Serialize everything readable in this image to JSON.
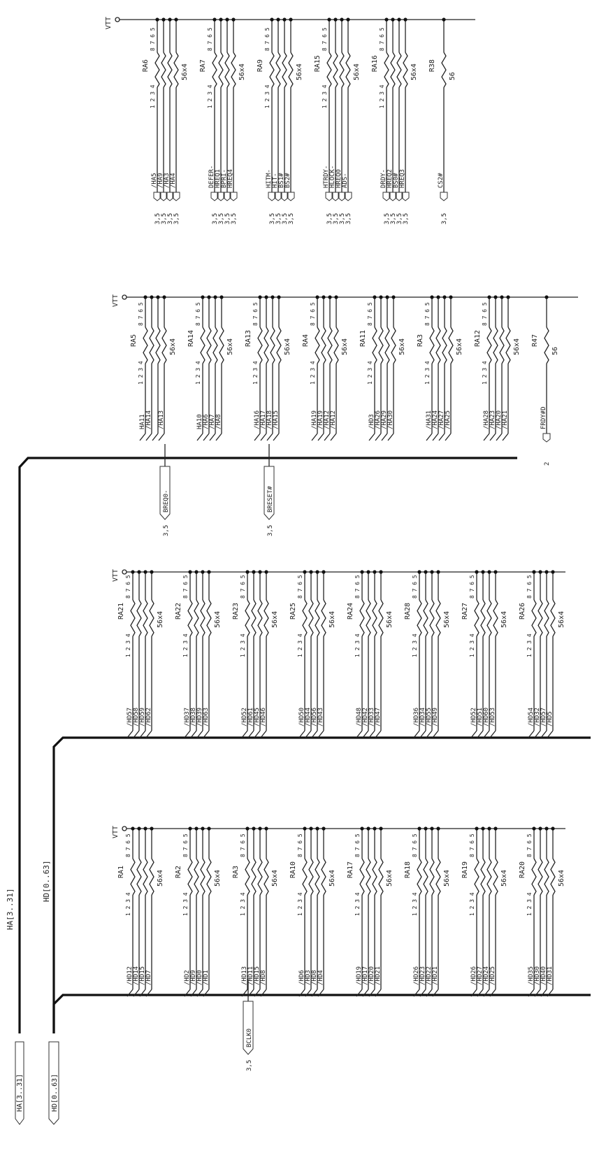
{
  "power_label": "VTT",
  "bus_labels": {
    "ha_bus": "HA[3..31]",
    "hd_bus": "HD[0..63]",
    "ha_bus_port": "HA[3..31]",
    "hd_bus_port": "HD[0..63]"
  },
  "pack_value": "56x4",
  "pin_top": "8 7 6 5",
  "pin_bot": "1 2 3 4",
  "columns": [
    {
      "groups": [
        {
          "ref": "RA6",
          "signals": [
            "/HA5",
            "/HA9",
            "/HA3",
            "/HA4"
          ],
          "pages": [
            "3,5",
            "3,5",
            "3,5",
            "3,5"
          ]
        },
        {
          "ref": "RA7",
          "signals": [
            "DEFER-",
            "HREQ1",
            "BPRI-",
            "HREQ4"
          ],
          "pages": [
            "3,5",
            "3,5",
            "3,5",
            "3,5"
          ]
        },
        {
          "ref": "RA9",
          "signals": [
            "HITM-",
            "HIT-",
            "BS1#",
            "BS2#"
          ],
          "pages": [
            "3,5",
            "3,5",
            "3,5",
            "3,5"
          ]
        },
        {
          "ref": "RA15",
          "signals": [
            "HTRDY-",
            "HLOCK-",
            "HREQ0",
            "ADS-"
          ],
          "pages": [
            "3,5",
            "3,5",
            "3,5",
            "3,5"
          ]
        },
        {
          "ref": "RA16",
          "signals": [
            "DRDY-",
            "HREQ2",
            "BS0#",
            "HREQ3"
          ],
          "pages": [
            "3,5",
            "3,5",
            "3,5",
            "3,5"
          ]
        },
        {
          "ref": "R38",
          "signals": [
            "CS2#"
          ],
          "pages": [
            "3,5"
          ],
          "value": "56"
        }
      ]
    },
    {
      "groups": [
        {
          "ref": "RA5",
          "signals": [
            "HA11",
            "/HA14",
            "",
            "/HA13"
          ],
          "pages": []
        },
        {
          "ref": "RA14",
          "signals": [
            "HA10",
            "/HA6",
            "/HA7",
            "/HA8"
          ],
          "pages": []
        },
        {
          "ref": "RA13",
          "signals": [
            "/HA16",
            "/HA17",
            "/HA18",
            "/HA15"
          ],
          "pages": []
        },
        {
          "ref": "RA4",
          "signals": [
            "/HA19",
            "/HA19",
            "/HA12",
            "/HA12"
          ],
          "pages": []
        },
        {
          "ref": "RA11",
          "signals": [
            "/HD3",
            "/HA26",
            "/HA29",
            "/HA30"
          ],
          "pages": []
        },
        {
          "ref": "RA3",
          "signals": [
            "/HA31",
            "/HA24",
            "/HA27",
            "/HA25"
          ],
          "pages": []
        },
        {
          "ref": "RA12",
          "signals": [
            "/HA28",
            "/HA23",
            "/HA20",
            "/HA21"
          ],
          "pages": []
        },
        {
          "ref": "R47",
          "signals": [
            "FRDY#D"
          ],
          "pages": [
            "2"
          ],
          "value": "56"
        }
      ],
      "ports": [
        {
          "label": "BREQ0-",
          "page": "3,5"
        },
        {
          "label": "BRESET#",
          "page": "3,5"
        }
      ]
    },
    {
      "groups": [
        {
          "ref": "RA21",
          "signals": [
            "/HD57",
            "/HD58",
            "/HD59",
            "/HD62"
          ],
          "pages": []
        },
        {
          "ref": "RA22",
          "signals": [
            "/HD37",
            "/HD38",
            "/HD39",
            "/HD63"
          ],
          "pages": []
        },
        {
          "ref": "RA23",
          "signals": [
            "/HD52",
            "/HD61",
            "/HD45",
            "/HD46"
          ],
          "pages": []
        },
        {
          "ref": "RA25",
          "signals": [
            "/HD50",
            "/HD44",
            "/HD56",
            "/HD43"
          ],
          "pages": []
        },
        {
          "ref": "RA24",
          "signals": [
            "/HD48",
            "/HD42",
            "/HD33",
            "/HD47"
          ],
          "pages": []
        },
        {
          "ref": "RA28",
          "signals": [
            "/HD36",
            "/HD34",
            "/HD55",
            "/HD49"
          ],
          "pages": []
        },
        {
          "ref": "RA27",
          "signals": [
            "/HD52",
            "/HD51",
            "/HD60",
            "/HD53"
          ],
          "pages": []
        },
        {
          "ref": "RA26",
          "signals": [
            "/HD54",
            "/HD32",
            "/HD57",
            "/HD5"
          ],
          "pages": []
        }
      ]
    },
    {
      "groups": [
        {
          "ref": "RA1",
          "signals": [
            "/HD12",
            "/HD14",
            "/HD15",
            "/HD7"
          ],
          "pages": []
        },
        {
          "ref": "RA2",
          "signals": [
            "/HD2",
            "/HD9",
            "/HD0",
            "/HD1"
          ],
          "pages": []
        },
        {
          "ref": "RA3",
          "signals": [
            "/HD13",
            "/HD11",
            "/HD15",
            "/HD8"
          ],
          "pages": []
        },
        {
          "ref": "RA10",
          "signals": [
            "/HD6",
            "/HD3",
            "/HD8",
            "/HD4"
          ],
          "pages": []
        },
        {
          "ref": "RA17",
          "signals": [
            "/HD19",
            "/HD17",
            "/HD20",
            "/HD21"
          ],
          "pages": []
        },
        {
          "ref": "RA18",
          "signals": [
            "/HD26",
            "/HD23",
            "/HD22",
            "/HD21"
          ],
          "pages": []
        },
        {
          "ref": "RA19",
          "signals": [
            "/HD26",
            "/HD27",
            "/HD24",
            "/HD25"
          ],
          "pages": []
        },
        {
          "ref": "RA20",
          "signals": [
            "/HD35",
            "/HD30",
            "/HD40",
            "/HD31"
          ],
          "pages": []
        }
      ],
      "ports": [
        {
          "label": "BCLK0",
          "page": "3,5"
        }
      ]
    }
  ]
}
